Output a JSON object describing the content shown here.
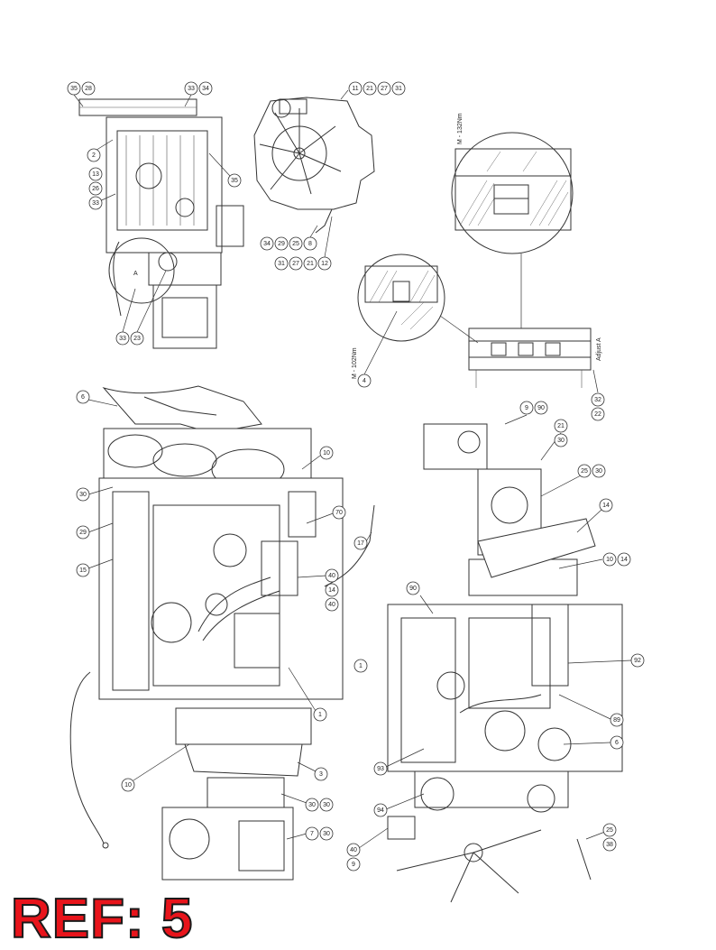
{
  "ref_label": "REF: 5",
  "colors": {
    "ref_fill": "#e8141b",
    "ref_outline": "#1a1a1a",
    "line": "#333333"
  },
  "views": [
    {
      "name": "top-left-view",
      "balloons": [
        "35",
        "28",
        "33",
        "34",
        "2",
        "13",
        "26",
        "33",
        "35",
        "33",
        "23"
      ]
    },
    {
      "name": "top-center-view",
      "balloons": [
        "11",
        "21",
        "27",
        "31",
        "34",
        "29",
        "25",
        "8",
        "31",
        "27",
        "21",
        "12"
      ]
    },
    {
      "name": "detail-view",
      "notes": [
        "M - 132Nm",
        "M - 102Nm",
        "Adjust A"
      ],
      "balloons": [
        "4",
        "32",
        "22"
      ]
    },
    {
      "name": "left-main-view",
      "balloons": [
        "6",
        "10",
        "30",
        "70",
        "29",
        "15",
        "40",
        "1",
        "17",
        "14",
        "40",
        "1",
        "10",
        "3",
        "30",
        "30",
        "7",
        "30"
      ]
    },
    {
      "name": "right-main-view",
      "balloons": [
        "9",
        "90",
        "21",
        "30",
        "14",
        "25",
        "30",
        "10",
        "14",
        "92",
        "89",
        "6",
        "90",
        "93",
        "94",
        "25",
        "38",
        "40",
        "9"
      ]
    }
  ]
}
